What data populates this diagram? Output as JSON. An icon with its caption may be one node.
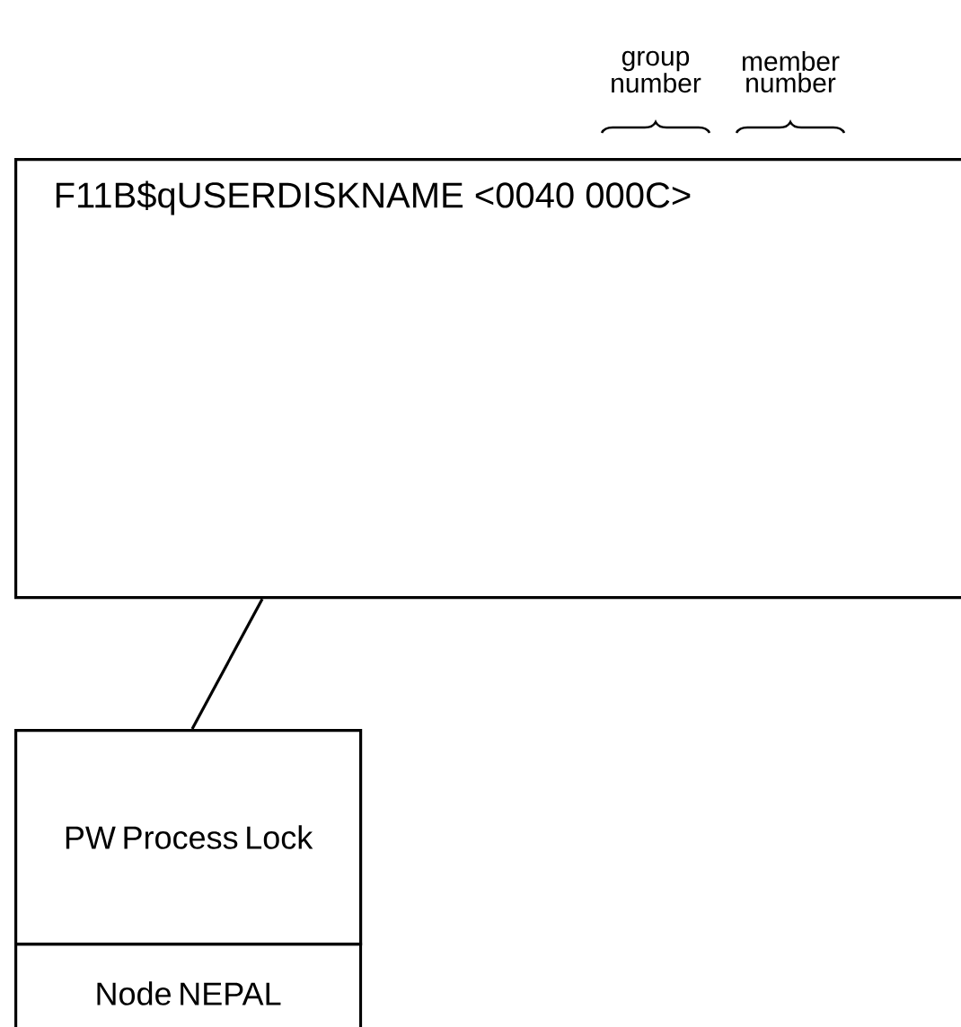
{
  "diagram": {
    "nodes": [
      {
        "text": [
          "F11B$qUSERDISKNAME <0040 000C>"
        ]
      },
      {
        "text": [
          "PW Process Lock"
        ]
      },
      {
        "text": [
          "Node NEPAL"
        ]
      }
    ],
    "edges": [
      {
        "from": 0,
        "to": 1,
        "arrow": "none"
      }
    ],
    "labels": [
      "group number",
      "member number"
    ]
  }
}
